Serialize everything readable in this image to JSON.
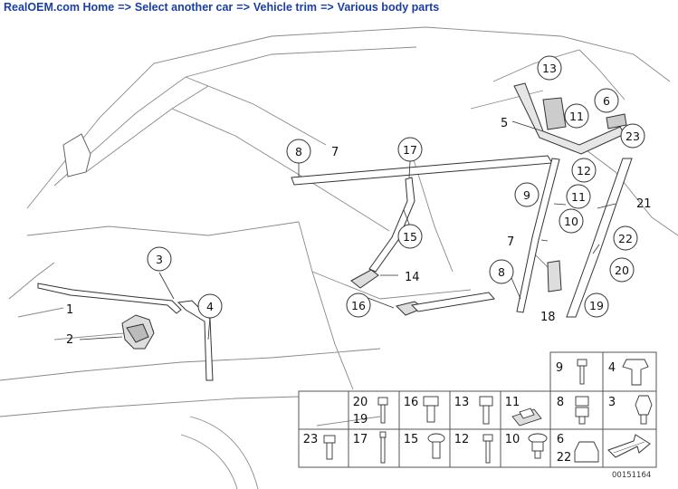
{
  "breadcrumb": {
    "home": "RealOEM.com Home",
    "separator": "=>",
    "select_car": "Select another car",
    "vehicle_trim": "Vehicle trim",
    "current": "Various body parts"
  },
  "diagram": {
    "reference_number": "00151164",
    "callouts": [
      "13",
      "6",
      "11",
      "23",
      "8",
      "17",
      "12",
      "11",
      "10",
      "9",
      "15",
      "22",
      "20",
      "8",
      "16",
      "19",
      "3",
      "4"
    ],
    "labels": [
      "5",
      "7",
      "21",
      "7",
      "14",
      "18",
      "1",
      "2"
    ],
    "table": {
      "row1": [
        "9",
        "4"
      ],
      "row2": [
        "20",
        "19",
        "16",
        "13",
        "11",
        "8",
        "3"
      ],
      "row3": [
        "23",
        "17",
        "15",
        "12",
        "10",
        "6",
        "22"
      ]
    }
  },
  "colors": {
    "link": "#1a3ea6",
    "line": "#555555"
  }
}
